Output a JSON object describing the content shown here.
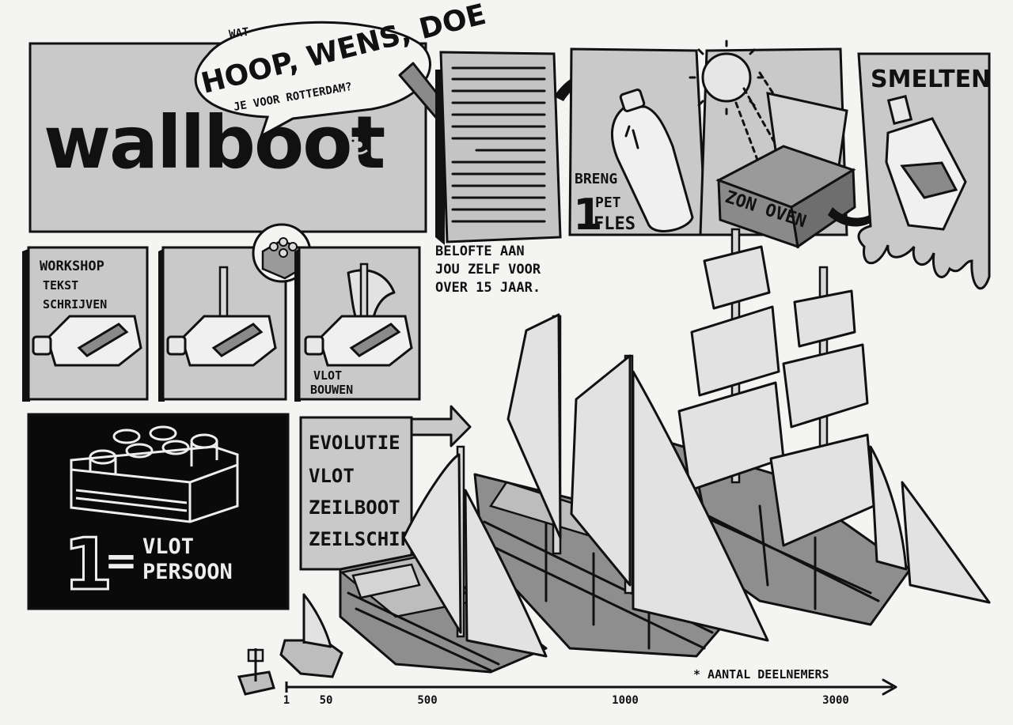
{
  "logo": {
    "text": "wallboot"
  },
  "bubble": {
    "wat": "WAT",
    "question": "HOOP, WENS, DOE",
    "subline": "JE VOOR ROTTERDAM?"
  },
  "promise": {
    "lines": [
      "BELOFTE AAN",
      "JOU ZELF VOOR",
      "OVER 15 JAAR."
    ]
  },
  "bring": {
    "breng": "BRENG",
    "number": "1",
    "pet": "PET",
    "fles": "FLES"
  },
  "oven": {
    "label": "ZON OVEN"
  },
  "melt": {
    "label": "SMELTEN"
  },
  "workshop": {
    "lines": [
      "WORKSHOP",
      "TEKST",
      "SCHRIJVEN"
    ]
  },
  "raft": {
    "lines": [
      "VLOT",
      "BOUWEN"
    ]
  },
  "equation": {
    "number": "1",
    "equals": "=",
    "lines": [
      "VLOT",
      "PERSOON"
    ]
  },
  "evolution": {
    "lines": [
      "EVOLUTIE",
      "VLOT",
      "ZEILBOOT",
      "ZEILSCHIP"
    ]
  },
  "axis": {
    "title": "* AANTAL DEELNEMERS",
    "ticks": [
      {
        "label": "1",
        "value": 1
      },
      {
        "label": "50",
        "value": 50
      },
      {
        "label": "500",
        "value": 500
      },
      {
        "label": "1000",
        "value": 1000
      },
      {
        "label": "3000",
        "value": 3000
      }
    ]
  }
}
